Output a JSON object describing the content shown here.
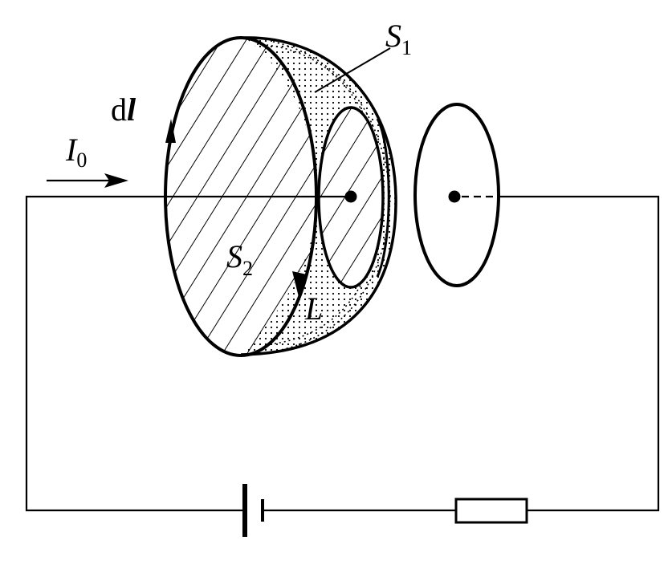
{
  "labels": {
    "dl_main": "d",
    "dl_bold": "l",
    "I0_main": "I",
    "I0_sub": "0",
    "S1_main": "S",
    "S1_sub": "1",
    "S2_main": "S",
    "S2_sub": "2",
    "L": "L"
  },
  "colors": {
    "ink": "#000000",
    "background": "#ffffff"
  }
}
